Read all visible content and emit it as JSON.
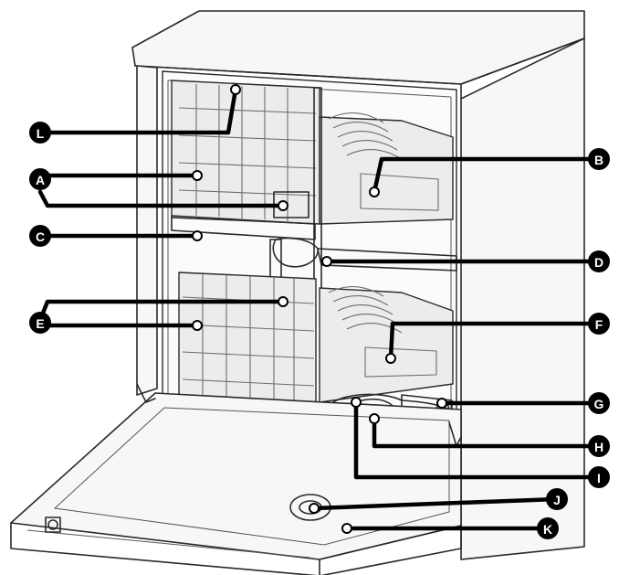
{
  "labels": [
    {
      "id": "L",
      "text": "L"
    },
    {
      "id": "A",
      "text": "A"
    },
    {
      "id": "C",
      "text": "C"
    },
    {
      "id": "E",
      "text": "E"
    },
    {
      "id": "B",
      "text": "B"
    },
    {
      "id": "D",
      "text": "D"
    },
    {
      "id": "F",
      "text": "F"
    },
    {
      "id": "G",
      "text": "G"
    },
    {
      "id": "H",
      "text": "H"
    },
    {
      "id": "I",
      "text": "I"
    },
    {
      "id": "J",
      "text": "J"
    },
    {
      "id": "K",
      "text": "K"
    }
  ]
}
